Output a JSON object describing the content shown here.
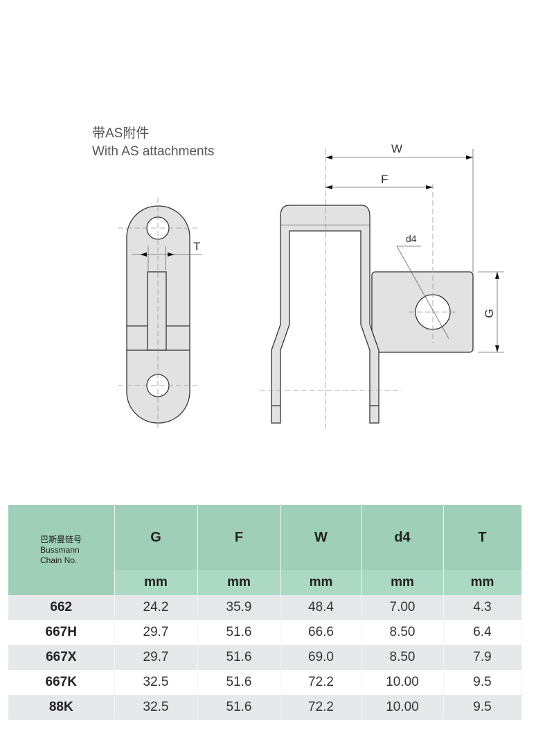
{
  "title": {
    "zh": "带AS附件",
    "en": "With AS attachments"
  },
  "labels": {
    "W": "W",
    "F": "F",
    "G": "G",
    "d4": "d4",
    "T": "T"
  },
  "table": {
    "chain_header": {
      "zh": "巴斯曼链号",
      "en1": "Bussmann",
      "en2": "Chain No."
    },
    "columns": [
      "G",
      "F",
      "W",
      "d4",
      "T"
    ],
    "units": [
      "mm",
      "mm",
      "mm",
      "mm",
      "mm"
    ],
    "rows": [
      [
        "662",
        "24.2",
        "35.9",
        "48.4",
        "7.00",
        "4.3"
      ],
      [
        "667H",
        "29.7",
        "51.6",
        "66.6",
        "8.50",
        "6.4"
      ],
      [
        "667X",
        "29.7",
        "51.6",
        "69.0",
        "8.50",
        "7.9"
      ],
      [
        "667K",
        "32.5",
        "51.6",
        "72.2",
        "10.00",
        "9.5"
      ],
      [
        "88K",
        "32.5",
        "51.6",
        "72.2",
        "10.00",
        "9.5"
      ]
    ]
  }
}
